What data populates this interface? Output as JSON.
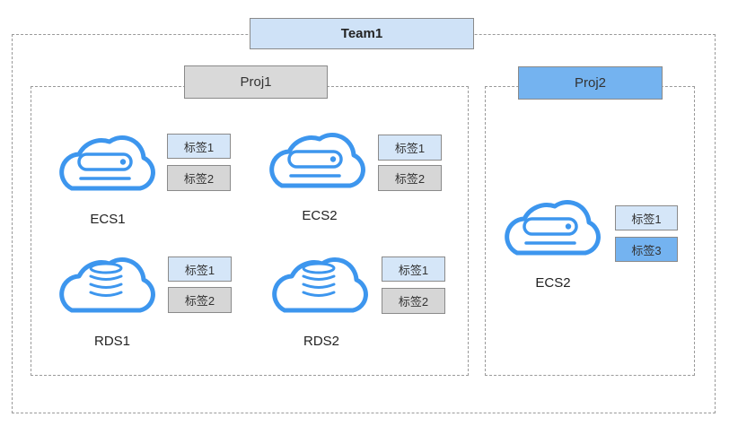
{
  "team": {
    "title": "Team1"
  },
  "proj1": {
    "title": "Proj1",
    "resources": [
      {
        "name": "ECS1",
        "kind": "ecs-icon",
        "tags": [
          "标签1",
          "标签2"
        ]
      },
      {
        "name": "ECS2",
        "kind": "ecs-icon",
        "tags": [
          "标签1",
          "标签2"
        ]
      },
      {
        "name": "RDS1",
        "kind": "rds-icon",
        "tags": [
          "标签1",
          "标签2"
        ]
      },
      {
        "name": "RDS2",
        "kind": "rds-icon",
        "tags": [
          "标签1",
          "标签2"
        ]
      }
    ]
  },
  "proj2": {
    "title": "Proj2",
    "resources": [
      {
        "name": "ECS2",
        "kind": "ecs-icon",
        "tags": [
          "标签1",
          "标签3"
        ]
      }
    ]
  },
  "colors": {
    "cloud_stroke": "#3d96ee",
    "team_header": "#cfe2f7",
    "proj1_header": "#d9d9d9",
    "proj2_header": "#74b3f0",
    "tag_light": "#d5e6f8",
    "tag_gray": "#d6d6d6",
    "tag_blue": "#74b3f0"
  }
}
